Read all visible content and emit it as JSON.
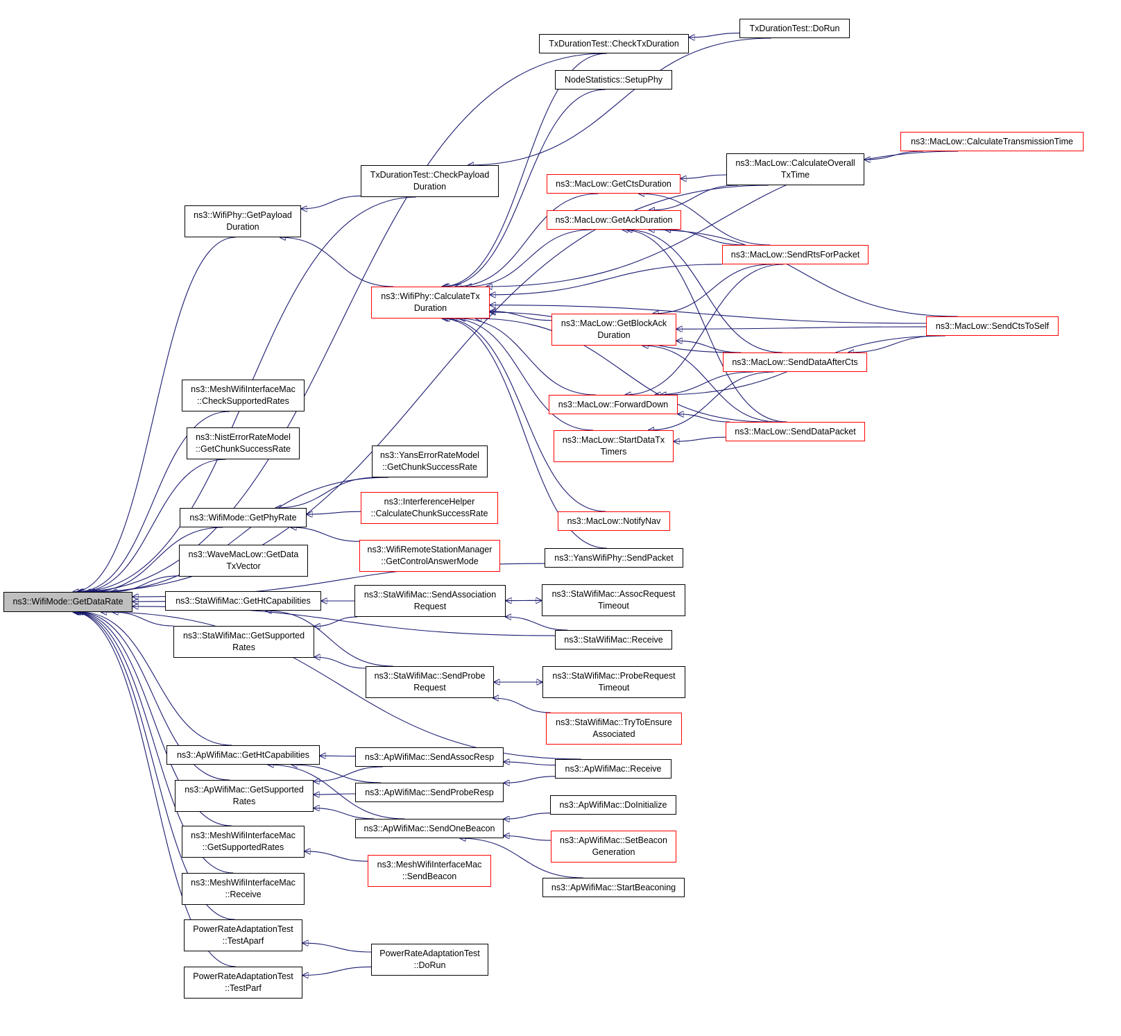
{
  "colors": {
    "edge": "#191970",
    "border": "#000000",
    "incomplete": "#ff0000",
    "root_fill": "#bfbfbf"
  },
  "nodes": [
    {
      "id": "root",
      "lines": [
        "ns3::WifiMode::GetDataRate"
      ],
      "root": true
    },
    {
      "id": "phyPayload",
      "lines": [
        "ns3::WifiPhy::GetPayload",
        "Duration"
      ]
    },
    {
      "id": "txCheckPayload",
      "lines": [
        "TxDurationTest::CheckPayload",
        "Duration"
      ]
    },
    {
      "id": "txCheckTx",
      "lines": [
        "TxDurationTest::CheckTxDuration"
      ]
    },
    {
      "id": "txDoRun",
      "lines": [
        "TxDurationTest::DoRun"
      ]
    },
    {
      "id": "nodeStats",
      "lines": [
        "NodeStatistics::SetupPhy"
      ]
    },
    {
      "id": "calcTxDur",
      "lines": [
        "ns3::WifiPhy::CalculateTx",
        "Duration"
      ],
      "red": true
    },
    {
      "id": "ctsDur",
      "lines": [
        "ns3::MacLow::GetCtsDuration"
      ],
      "red": true
    },
    {
      "id": "ackDur",
      "lines": [
        "ns3::MacLow::GetAckDuration"
      ],
      "red": true
    },
    {
      "id": "blockAck",
      "lines": [
        "ns3::MacLow::GetBlockAck",
        "Duration"
      ],
      "red": true
    },
    {
      "id": "fwdDown",
      "lines": [
        "ns3::MacLow::ForwardDown"
      ],
      "red": true
    },
    {
      "id": "startTimers",
      "lines": [
        "ns3::MacLow::StartDataTx",
        "Timers"
      ],
      "red": true
    },
    {
      "id": "notifyNav",
      "lines": [
        "ns3::MacLow::NotifyNav"
      ],
      "red": true
    },
    {
      "id": "yansSend",
      "lines": [
        "ns3::YansWifiPhy::SendPacket"
      ]
    },
    {
      "id": "calcOverall",
      "lines": [
        "ns3::MacLow::CalculateOverall",
        "TxTime"
      ]
    },
    {
      "id": "calcTrans",
      "lines": [
        "ns3::MacLow::CalculateTransmissionTime"
      ],
      "red": true
    },
    {
      "id": "sendRts",
      "lines": [
        "ns3::MacLow::SendRtsForPacket"
      ],
      "red": true
    },
    {
      "id": "sendCts",
      "lines": [
        "ns3::MacLow::SendCtsToSelf"
      ],
      "red": true
    },
    {
      "id": "sendAfterCts",
      "lines": [
        "ns3::MacLow::SendDataAfterCts"
      ],
      "red": true
    },
    {
      "id": "sendDataPkt",
      "lines": [
        "ns3::MacLow::SendDataPacket"
      ],
      "red": true
    },
    {
      "id": "meshCheck",
      "lines": [
        "ns3::MeshWifiInterfaceMac",
        "::CheckSupportedRates"
      ]
    },
    {
      "id": "nist",
      "lines": [
        "ns3::NistErrorRateModel",
        "::GetChunkSuccessRate"
      ]
    },
    {
      "id": "yansErr",
      "lines": [
        "ns3::YansErrorRateModel",
        "::GetChunkSuccessRate"
      ]
    },
    {
      "id": "getPhyRate",
      "lines": [
        "ns3::WifiMode::GetPhyRate"
      ]
    },
    {
      "id": "interf",
      "lines": [
        "ns3::InterferenceHelper",
        "::CalculateChunkSuccessRate"
      ],
      "red": true
    },
    {
      "id": "remoteMgr",
      "lines": [
        "ns3::WifiRemoteStationManager",
        "::GetControlAnswerMode"
      ],
      "red": true
    },
    {
      "id": "waveMac",
      "lines": [
        "ns3::WaveMacLow::GetData",
        "TxVector"
      ]
    },
    {
      "id": "staHt",
      "lines": [
        "ns3::StaWifiMac::GetHtCapabilities"
      ]
    },
    {
      "id": "staSupp",
      "lines": [
        "ns3::StaWifiMac::GetSupported",
        "Rates"
      ]
    },
    {
      "id": "staAssoc",
      "lines": [
        "ns3::StaWifiMac::SendAssociation",
        "Request"
      ]
    },
    {
      "id": "staAssocTO",
      "lines": [
        "ns3::StaWifiMac::AssocRequest",
        "Timeout"
      ]
    },
    {
      "id": "staRecv",
      "lines": [
        "ns3::StaWifiMac::Receive"
      ]
    },
    {
      "id": "staProbe",
      "lines": [
        "ns3::StaWifiMac::SendProbe",
        "Request"
      ]
    },
    {
      "id": "staProbeTO",
      "lines": [
        "ns3::StaWifiMac::ProbeRequest",
        "Timeout"
      ]
    },
    {
      "id": "staEnsure",
      "lines": [
        "ns3::StaWifiMac::TryToEnsure",
        "Associated"
      ],
      "red": true
    },
    {
      "id": "apHt",
      "lines": [
        "ns3::ApWifiMac::GetHtCapabilities"
      ]
    },
    {
      "id": "apSupp",
      "lines": [
        "ns3::ApWifiMac::GetSupported",
        "Rates"
      ]
    },
    {
      "id": "apAssocResp",
      "lines": [
        "ns3::ApWifiMac::SendAssocResp"
      ]
    },
    {
      "id": "apProbeResp",
      "lines": [
        "ns3::ApWifiMac::SendProbeResp"
      ]
    },
    {
      "id": "apOneBeacon",
      "lines": [
        "ns3::ApWifiMac::SendOneBeacon"
      ]
    },
    {
      "id": "apRecv",
      "lines": [
        "ns3::ApWifiMac::Receive"
      ]
    },
    {
      "id": "apInit",
      "lines": [
        "ns3::ApWifiMac::DoInitialize"
      ]
    },
    {
      "id": "apSetBeacon",
      "lines": [
        "ns3::ApWifiMac::SetBeacon",
        "Generation"
      ],
      "red": true
    },
    {
      "id": "apStartBeacon",
      "lines": [
        "ns3::ApWifiMac::StartBeaconing"
      ]
    },
    {
      "id": "meshSupp",
      "lines": [
        "ns3::MeshWifiInterfaceMac",
        "::GetSupportedRates"
      ]
    },
    {
      "id": "meshBeacon",
      "lines": [
        "ns3::MeshWifiInterfaceMac",
        "::SendBeacon"
      ],
      "red": true
    },
    {
      "id": "meshRecv",
      "lines": [
        "ns3::MeshWifiInterfaceMac",
        "::Receive"
      ]
    },
    {
      "id": "praAparf",
      "lines": [
        "PowerRateAdaptationTest",
        "::TestAparf"
      ]
    },
    {
      "id": "praParf",
      "lines": [
        "PowerRateAdaptationTest",
        "::TestParf"
      ]
    },
    {
      "id": "praDoRun",
      "lines": [
        "PowerRateAdaptationTest",
        "::DoRun"
      ]
    }
  ],
  "edges": [
    [
      "root",
      "phyPayload"
    ],
    [
      "root",
      "txCheckPayload"
    ],
    [
      "root",
      "txCheckTx"
    ],
    [
      "root",
      "calcOverall"
    ],
    [
      "root",
      "yansSend"
    ],
    [
      "root",
      "meshCheck"
    ],
    [
      "root",
      "nist"
    ],
    [
      "root",
      "yansErr"
    ],
    [
      "root",
      "getPhyRate"
    ],
    [
      "root",
      "waveMac"
    ],
    [
      "root",
      "staHt"
    ],
    [
      "root",
      "staSupp"
    ],
    [
      "root",
      "staRecv"
    ],
    [
      "root",
      "apRecv"
    ],
    [
      "root",
      "apHt"
    ],
    [
      "root",
      "apSupp"
    ],
    [
      "root",
      "meshSupp"
    ],
    [
      "root",
      "meshRecv"
    ],
    [
      "root",
      "praAparf"
    ],
    [
      "root",
      "praParf"
    ],
    [
      "phyPayload",
      "txCheckPayload"
    ],
    [
      "phyPayload",
      "calcTxDur"
    ],
    [
      "txCheckPayload",
      "txDoRun"
    ],
    [
      "txCheckTx",
      "txDoRun"
    ],
    [
      "calcTxDur",
      "txCheckTx"
    ],
    [
      "calcTxDur",
      "nodeStats"
    ],
    [
      "calcTxDur",
      "calcTrans"
    ],
    [
      "calcTxDur",
      "ctsDur"
    ],
    [
      "calcTxDur",
      "ackDur"
    ],
    [
      "calcTxDur",
      "sendRts"
    ],
    [
      "calcTxDur",
      "sendCts"
    ],
    [
      "calcTxDur",
      "blockAck"
    ],
    [
      "calcTxDur",
      "sendAfterCts"
    ],
    [
      "calcTxDur",
      "fwdDown"
    ],
    [
      "calcTxDur",
      "startTimers"
    ],
    [
      "calcTxDur",
      "notifyNav"
    ],
    [
      "calcTxDur",
      "yansSend"
    ],
    [
      "calcTxDur",
      "sendDataPkt"
    ],
    [
      "calcOverall",
      "calcTrans"
    ],
    [
      "ctsDur",
      "calcOverall"
    ],
    [
      "ctsDur",
      "sendRts"
    ],
    [
      "ackDur",
      "calcOverall"
    ],
    [
      "ackDur",
      "sendRts"
    ],
    [
      "ackDur",
      "sendCts"
    ],
    [
      "ackDur",
      "sendAfterCts"
    ],
    [
      "ackDur",
      "sendDataPkt"
    ],
    [
      "blockAck",
      "sendRts"
    ],
    [
      "blockAck",
      "sendCts"
    ],
    [
      "blockAck",
      "sendAfterCts"
    ],
    [
      "blockAck",
      "sendDataPkt"
    ],
    [
      "fwdDown",
      "sendRts"
    ],
    [
      "fwdDown",
      "sendAfterCts"
    ],
    [
      "fwdDown",
      "sendCts"
    ],
    [
      "fwdDown",
      "sendDataPkt"
    ],
    [
      "startTimers",
      "sendAfterCts"
    ],
    [
      "startTimers",
      "sendDataPkt"
    ],
    [
      "sendAfterCts",
      "sendCts"
    ],
    [
      "getPhyRate",
      "yansErr"
    ],
    [
      "getPhyRate",
      "interf"
    ],
    [
      "getPhyRate",
      "remoteMgr"
    ],
    [
      "staHt",
      "staAssoc"
    ],
    [
      "staHt",
      "staProbe"
    ],
    [
      "staSupp",
      "staAssoc"
    ],
    [
      "staSupp",
      "staProbe"
    ],
    [
      "staAssoc",
      "staAssocTO"
    ],
    [
      "staAssocTO",
      "staAssoc"
    ],
    [
      "staAssoc",
      "staRecv"
    ],
    [
      "staProbe",
      "staProbeTO"
    ],
    [
      "staProbeTO",
      "staProbe"
    ],
    [
      "staProbe",
      "staEnsure"
    ],
    [
      "apHt",
      "apAssocResp"
    ],
    [
      "apHt",
      "apProbeResp"
    ],
    [
      "apHt",
      "apOneBeacon"
    ],
    [
      "apSupp",
      "apAssocResp"
    ],
    [
      "apSupp",
      "apProbeResp"
    ],
    [
      "apSupp",
      "apOneBeacon"
    ],
    [
      "apAssocResp",
      "apRecv"
    ],
    [
      "apProbeResp",
      "apRecv"
    ],
    [
      "apOneBeacon",
      "apInit"
    ],
    [
      "apOneBeacon",
      "apSetBeacon"
    ],
    [
      "apOneBeacon",
      "apStartBeacon"
    ],
    [
      "meshSupp",
      "meshBeacon"
    ],
    [
      "praAparf",
      "praDoRun"
    ],
    [
      "praParf",
      "praDoRun"
    ]
  ]
}
